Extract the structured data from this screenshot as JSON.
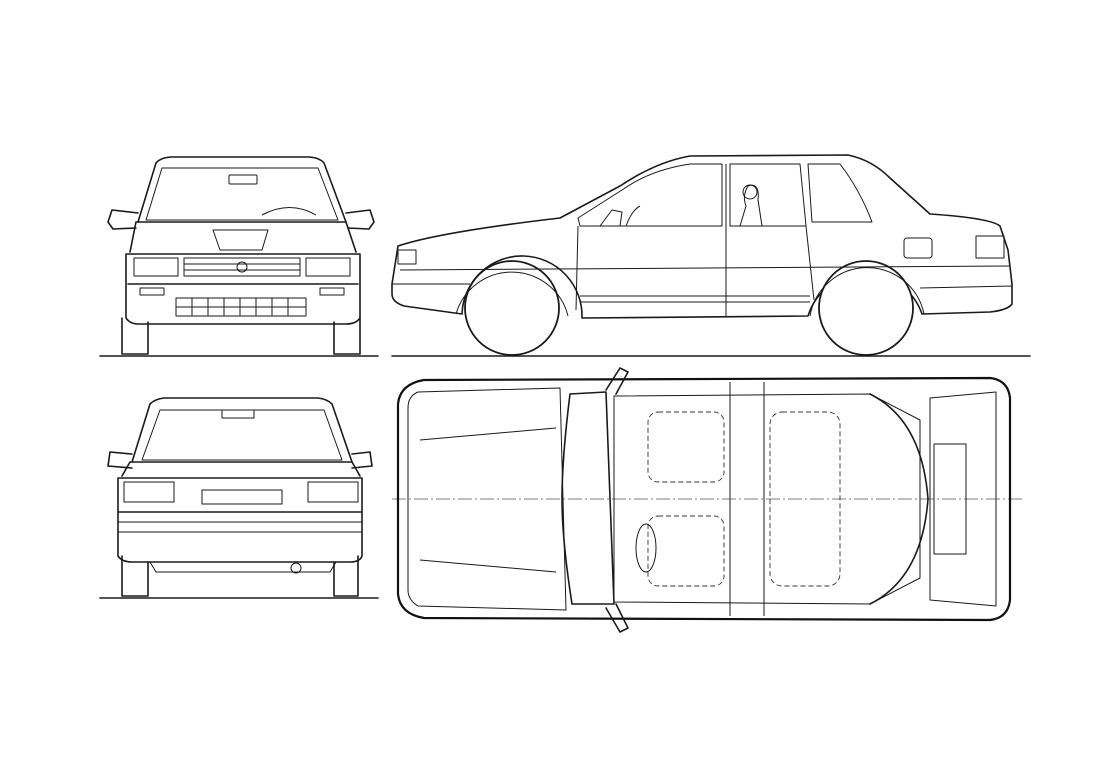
{
  "drawing": {
    "views": [
      {
        "id": "front",
        "label": ""
      },
      {
        "id": "side",
        "label": ""
      },
      {
        "id": "rear",
        "label": ""
      },
      {
        "id": "top",
        "label": ""
      }
    ],
    "line_color": "#1a1a1a",
    "background": "#ffffff"
  }
}
